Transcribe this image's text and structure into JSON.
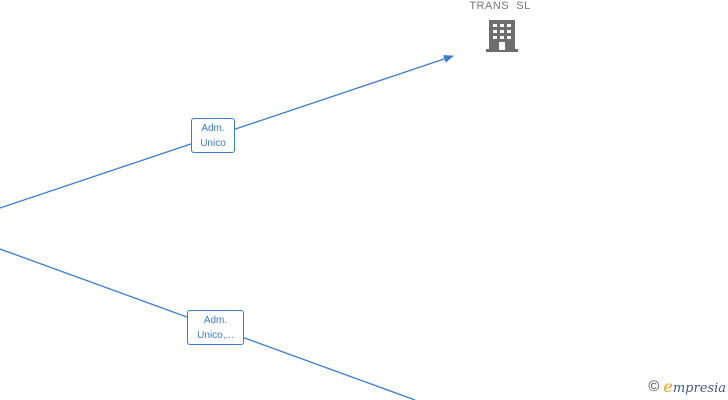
{
  "company_node": {
    "label": "TRANS  SL",
    "icon": "building-icon",
    "icon_color": "#6e6e6e"
  },
  "edges": [
    {
      "label_line1": "Adm.",
      "label_line2": "Unico"
    },
    {
      "label_line1": "Adm.",
      "label_line2": "Unico,..."
    }
  ],
  "colors": {
    "edge": "#3a7bd5",
    "background": "#ffffff"
  },
  "brand": {
    "copyright": "©",
    "e_letter": "e",
    "word": "mpresia"
  }
}
